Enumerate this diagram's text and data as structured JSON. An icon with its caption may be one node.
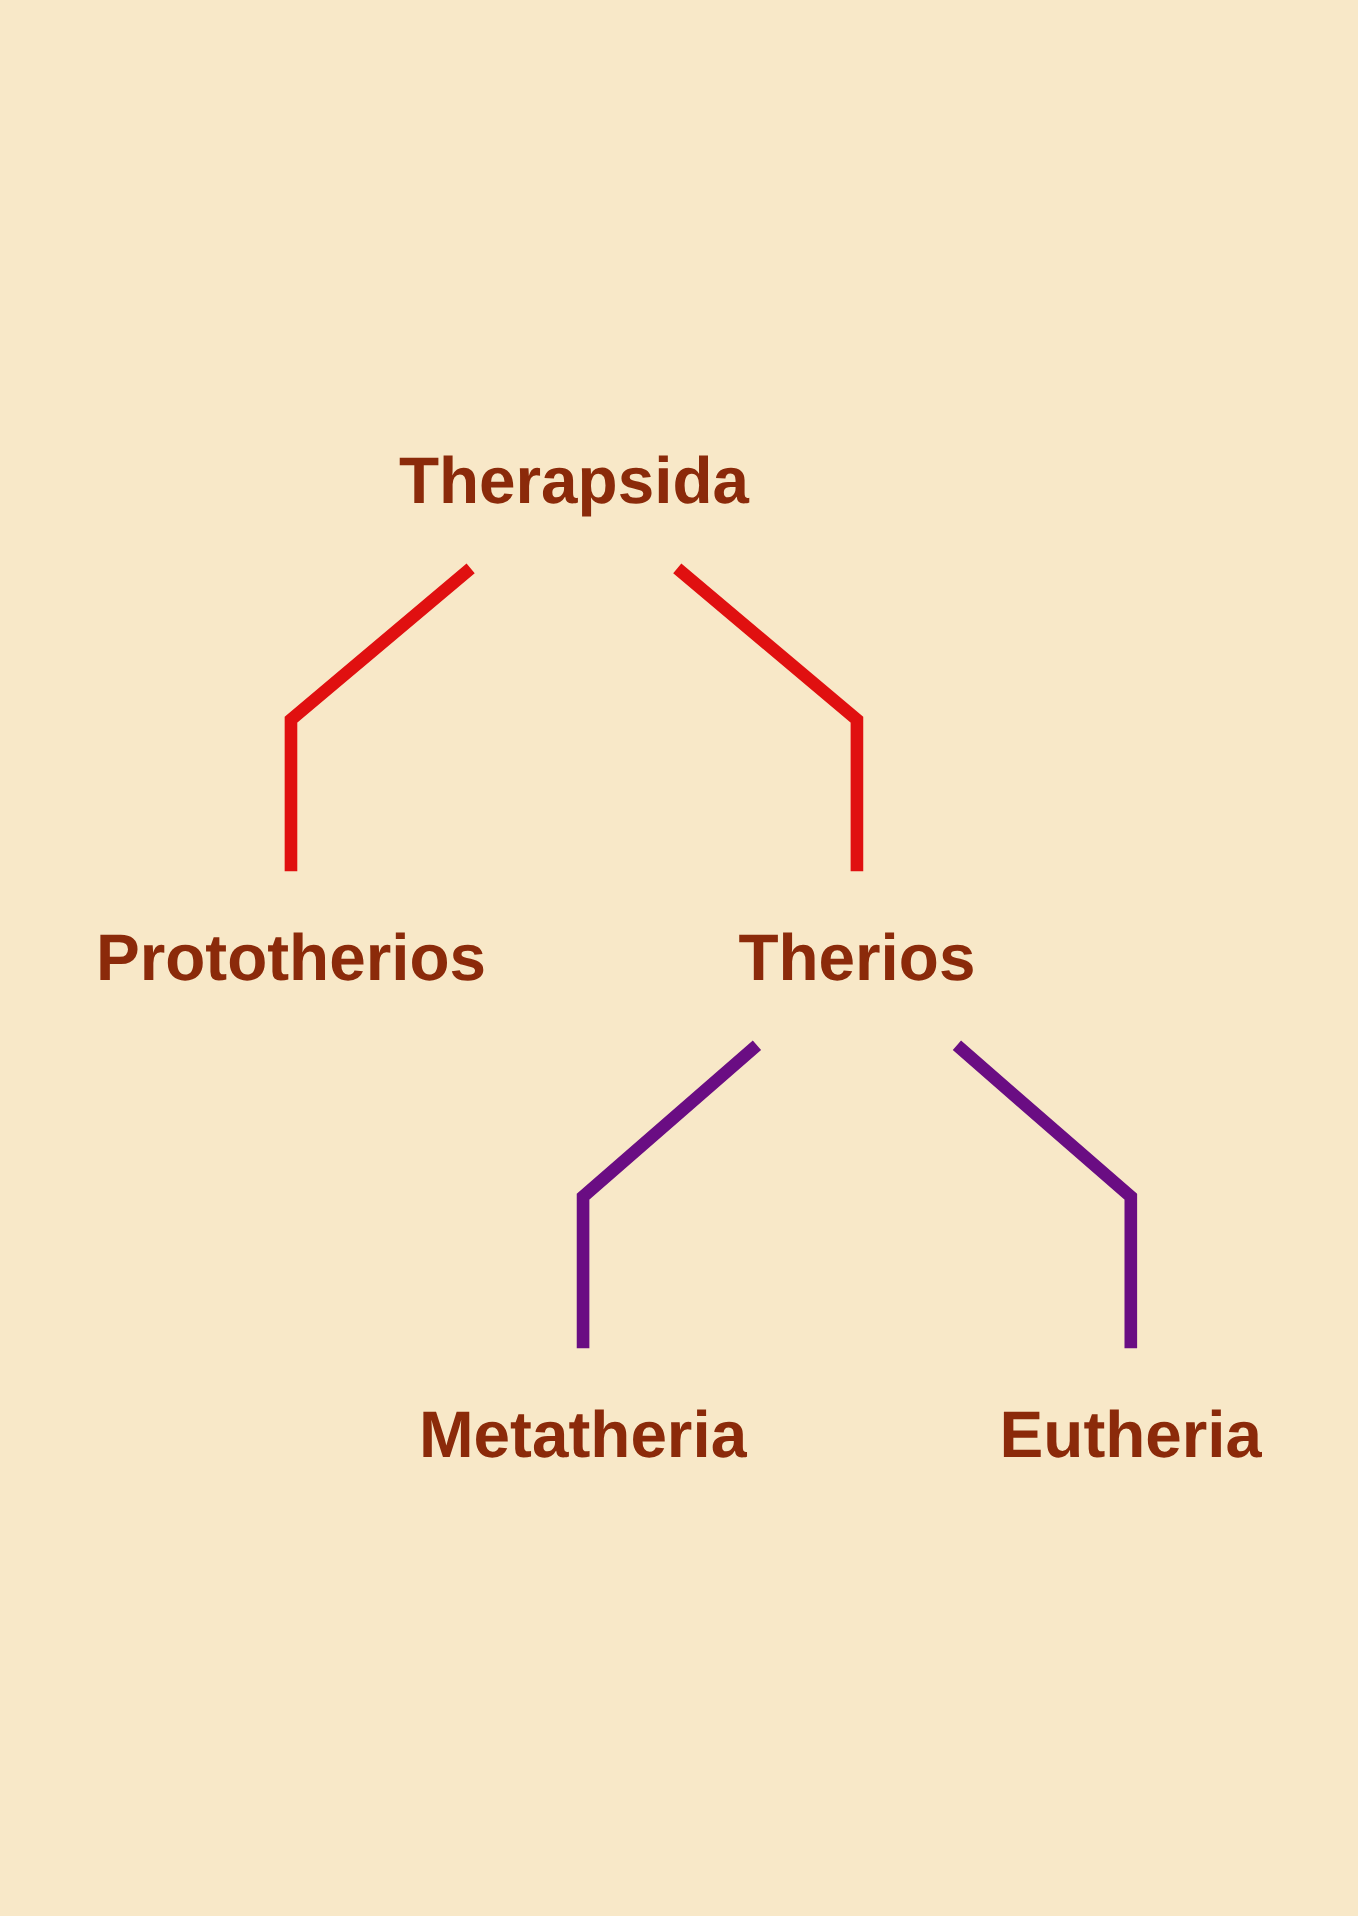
{
  "diagram": {
    "nodes": [
      {
        "text": [
          "Therapsida"
        ]
      },
      {
        "text": [
          "Prototherios"
        ]
      },
      {
        "text": [
          "Therios"
        ]
      },
      {
        "text": [
          "Metatheria"
        ]
      },
      {
        "text": [
          "Eutheria"
        ]
      }
    ],
    "edges": [
      {
        "from": 0,
        "to": 1,
        "arrow": "none",
        "color": "#e01010"
      },
      {
        "from": 0,
        "to": 2,
        "arrow": "none",
        "color": "#e01010"
      },
      {
        "from": 2,
        "to": 3,
        "arrow": "none",
        "color": "#6a0d83"
      },
      {
        "from": 2,
        "to": 4,
        "arrow": "none",
        "color": "#6a0d83"
      }
    ]
  }
}
